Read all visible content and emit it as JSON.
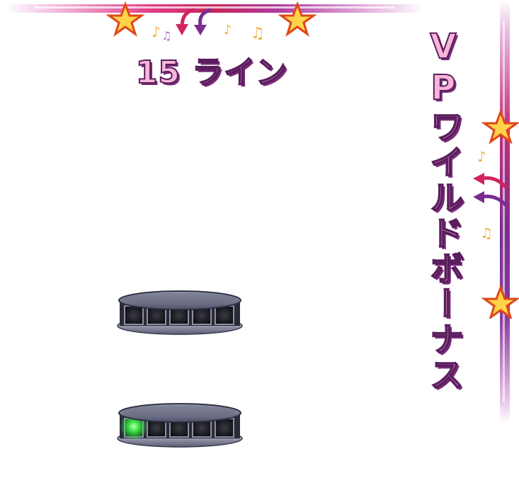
{
  "top_label": "15 ライン",
  "side_label": "VPワイルドボーナス",
  "colors": {
    "rail_pink": "#e23c86",
    "rail_purple": "#7a2d8f",
    "star_fill": "#ffd34a",
    "star_outline": "#e0461a",
    "label_fill": "#f7b6d8",
    "label_outline": "#5a1e5e",
    "light_green": "#3be24a"
  },
  "platforms": [
    {
      "name": "upper-platform",
      "lights_on": 0,
      "slots": 5
    },
    {
      "name": "lower-platform",
      "lights_on": 1,
      "slots": 5
    }
  ]
}
